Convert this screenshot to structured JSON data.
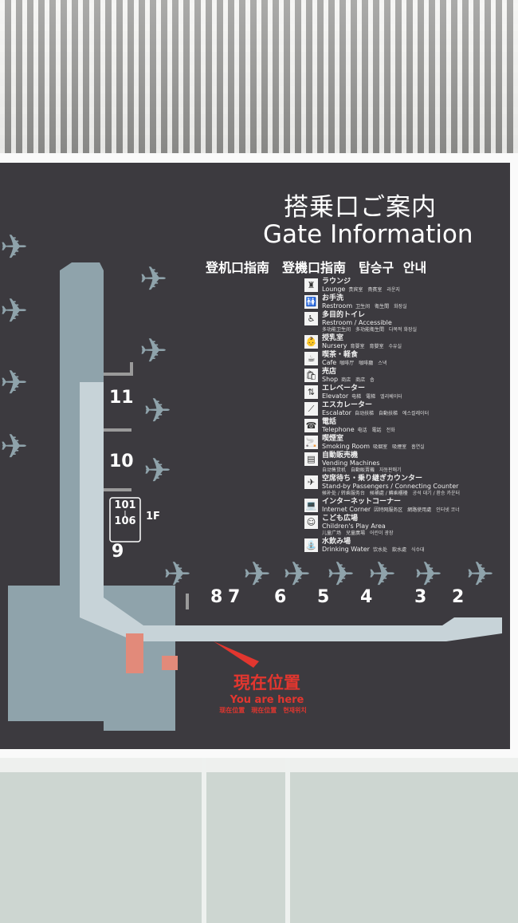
{
  "sign": {
    "title_jp": "搭乗口ご案内",
    "title_en": "Gate Information",
    "title_sub": "登机口指南　登機口指南　탑승구 안내",
    "legend": [
      {
        "icon": "lounge-icon",
        "glyph": "♜",
        "jp": "ラウンジ",
        "en": "Lounge",
        "tr": "贵宾室　貴賓室　라운지"
      },
      {
        "icon": "restroom-icon",
        "glyph": "🚻",
        "jp": "お手洗",
        "en": "Restroom",
        "tr": "卫生间　衛生間　화장실"
      },
      {
        "icon": "accessible-icon",
        "glyph": "♿",
        "jp": "多目的トイレ",
        "en": "Restroom / Accessible",
        "tr": "多功能卫生间　多功能衛生間　다목적 화장실"
      },
      {
        "icon": "nursery-icon",
        "glyph": "👶",
        "jp": "授乳室",
        "en": "Nursery",
        "tr": "育婴室　育嬰室　수유실"
      },
      {
        "icon": "cafe-icon",
        "glyph": "☕",
        "jp": "喫茶・軽食",
        "en": "Cafe",
        "tr": "咖啡厅　咖啡廳　스낵"
      },
      {
        "icon": "shop-icon",
        "glyph": "🛍",
        "jp": "売店",
        "en": "Shop",
        "tr": "商店　商店　숍"
      },
      {
        "icon": "elevator-icon",
        "glyph": "⇅",
        "jp": "エレベーター",
        "en": "Elevator",
        "tr": "电梯　電梯　엘리베이터"
      },
      {
        "icon": "escalator-icon",
        "glyph": "⟋",
        "jp": "エスカレーター",
        "en": "Escalator",
        "tr": "自动扶梯　自動扶梯　에스컬레이터"
      },
      {
        "icon": "telephone-icon",
        "glyph": "☎",
        "jp": "電話",
        "en": "Telephone",
        "tr": "电话　電話　전화"
      },
      {
        "icon": "smoking-icon",
        "glyph": "🚬",
        "jp": "喫煙室",
        "en": "Smoking Room",
        "tr": "吸烟室　吸煙室　흡연실"
      },
      {
        "icon": "vending-icon",
        "glyph": "▤",
        "jp": "自動販売機",
        "en": "Vending Machines",
        "tr": "自动售货机　自動販賣機　자동판매기"
      },
      {
        "icon": "standby-icon",
        "glyph": "✈",
        "jp": "空席待ち・乗り継ぎカウンター",
        "en": "Stand-by Passengers / Connecting Counter",
        "tr": "候补处 / 转乘服务台　候補處 / 轉乘櫃檯　공석 대기 / 환승 카운터"
      },
      {
        "icon": "internet-icon",
        "glyph": "💻",
        "jp": "インターネットコーナー",
        "en": "Internet Corner",
        "tr": "因特网服务区　網路使用處　인터넷 코너"
      },
      {
        "icon": "play-area-icon",
        "glyph": "☺",
        "jp": "こども広場",
        "en": "Children's Play Area",
        "tr": "儿童广场　兒童廣場　어린이 광장"
      },
      {
        "icon": "drinking-water-icon",
        "glyph": "⛲",
        "jp": "水飲み場",
        "en": "Drinking Water",
        "tr": "饮水处　飲水處　식수대"
      }
    ],
    "gates": [
      "11",
      "10",
      "9",
      "8",
      "7",
      "6",
      "5",
      "4",
      "3",
      "2"
    ],
    "lounge_box": {
      "range_top": "101",
      "sep": "|",
      "range_bottom": "106",
      "floor": "1F"
    },
    "you_are_here": {
      "jp": "現在位置",
      "en": "You are here",
      "tr": "现在位置　現在位置　현재위치",
      "color": "#e2362f"
    }
  }
}
